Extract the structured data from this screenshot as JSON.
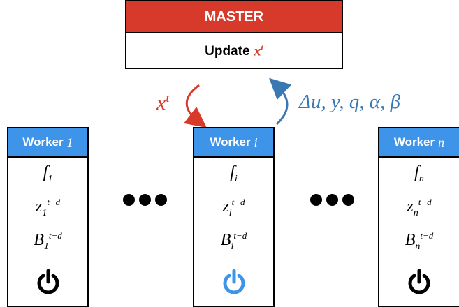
{
  "master": {
    "header": "MASTER",
    "update_text": "Update",
    "update_var": "x",
    "update_sup": "t"
  },
  "send": {
    "var": "x",
    "sup": "t"
  },
  "recv": {
    "text": "Δu, y, q, α, β"
  },
  "workers": [
    {
      "label": "Worker",
      "index": "1",
      "f": "f",
      "f_sub": "1",
      "z": "z",
      "z_sub": "1",
      "z_sup": "t−d",
      "b": "B",
      "b_sub": "1",
      "b_sup": "t−d",
      "active": false
    },
    {
      "label": "Worker",
      "index": "i",
      "f": "f",
      "f_sub": "i",
      "z": "z",
      "z_sub": "i",
      "z_sup": "t−d",
      "b": "B",
      "b_sub": "i",
      "b_sup": "t−d",
      "active": true
    },
    {
      "label": "Worker",
      "index": "n",
      "f": "f",
      "f_sub": "n",
      "z": "z",
      "z_sub": "n",
      "z_sup": "t−d",
      "b": "B",
      "b_sub": "n",
      "b_sup": "t−d",
      "active": false
    }
  ],
  "colors": {
    "master": "#d73a2a",
    "worker": "#3d94e8",
    "recv": "#3a78b4",
    "power_active": "#3d94e8",
    "power_idle": "#000000"
  },
  "icons": {
    "power": "power-icon"
  }
}
